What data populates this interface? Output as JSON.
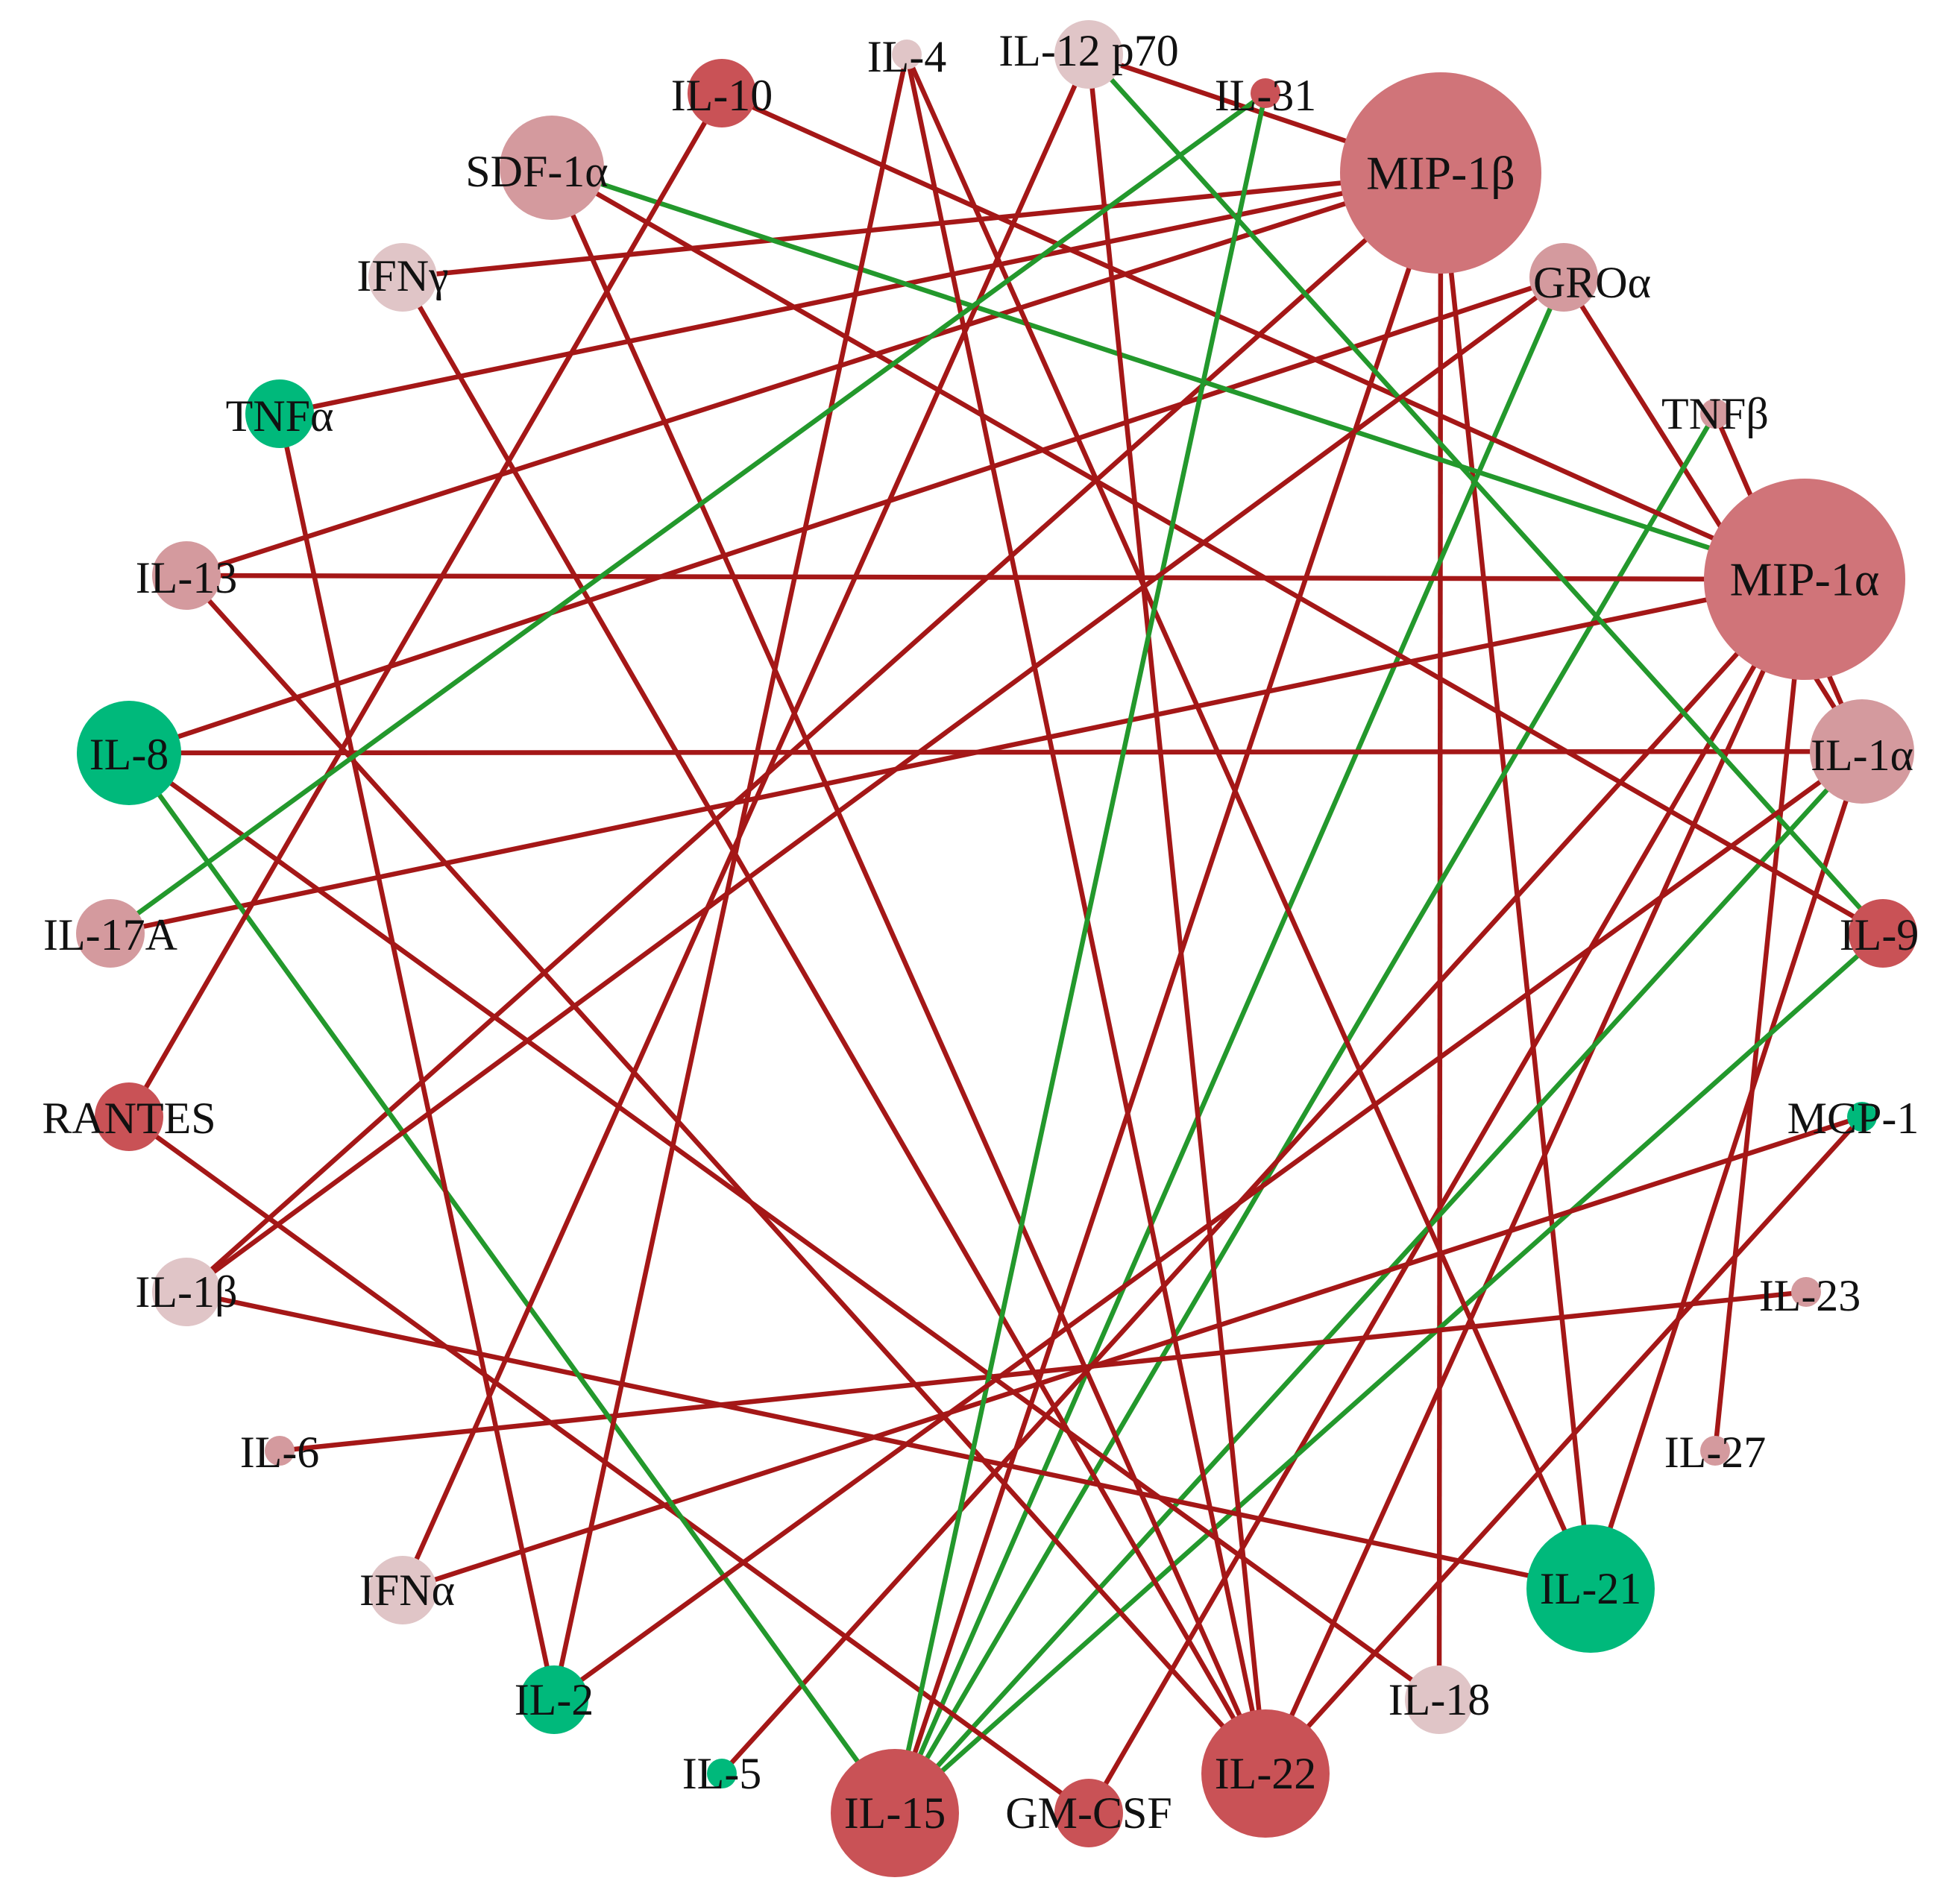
{
  "colors": {
    "positive_edge": "#a41717",
    "negative_edge": "#23982c",
    "node_green": "#00b97b",
    "node_dark_red": "#c95256",
    "node_red": "#d07479",
    "node_light_red": "#d49a9e",
    "node_pale": "#e0c5c7"
  },
  "nodes": [
    {
      "id": "mip1b",
      "label": "MIP-1β",
      "color": "node_red",
      "size": "xlarge"
    },
    {
      "id": "groa",
      "label": "GROα",
      "color": "node_light_red",
      "size": "small"
    },
    {
      "id": "tnfb",
      "label": "TNFβ",
      "color": "node_light_red",
      "size": "tiny"
    },
    {
      "id": "mip1a",
      "label": "MIP-1α",
      "color": "node_red",
      "size": "xlarge"
    },
    {
      "id": "il1a",
      "label": "IL-1α",
      "color": "node_light_red",
      "size": "medium"
    },
    {
      "id": "il9",
      "label": "IL-9",
      "color": "node_dark_red",
      "size": "small"
    },
    {
      "id": "mcp1",
      "label": "MCP-1",
      "color": "node_green",
      "size": "tiny"
    },
    {
      "id": "il23",
      "label": "IL-23",
      "color": "node_light_red",
      "size": "tiny"
    },
    {
      "id": "il27",
      "label": "IL-27",
      "color": "node_light_red",
      "size": "tiny"
    },
    {
      "id": "il21",
      "label": "IL-21",
      "color": "node_green",
      "size": "large"
    },
    {
      "id": "il18",
      "label": "IL-18",
      "color": "node_pale",
      "size": "small"
    },
    {
      "id": "il22",
      "label": "IL-22",
      "color": "node_dark_red",
      "size": "large"
    },
    {
      "id": "gmcsf",
      "label": "GM-CSF",
      "color": "node_dark_red",
      "size": "small"
    },
    {
      "id": "il15",
      "label": "IL-15",
      "color": "node_dark_red",
      "size": "large"
    },
    {
      "id": "il5",
      "label": "IL-5",
      "color": "node_green",
      "size": "tiny"
    },
    {
      "id": "il2",
      "label": "IL-2",
      "color": "node_green",
      "size": "small"
    },
    {
      "id": "ifna",
      "label": "IFNα",
      "color": "node_pale",
      "size": "small"
    },
    {
      "id": "il6",
      "label": "IL-6",
      "color": "node_light_red",
      "size": "tiny"
    },
    {
      "id": "il1b",
      "label": "IL-1β",
      "color": "node_pale",
      "size": "small"
    },
    {
      "id": "rantes",
      "label": "RANTES",
      "color": "node_dark_red",
      "size": "small"
    },
    {
      "id": "il17a",
      "label": "IL-17A",
      "color": "node_light_red",
      "size": "small"
    },
    {
      "id": "il8",
      "label": "IL-8",
      "color": "node_green",
      "size": "medium"
    },
    {
      "id": "il13",
      "label": "IL-13",
      "color": "node_light_red",
      "size": "small"
    },
    {
      "id": "tnfa",
      "label": "TNFα",
      "color": "node_green",
      "size": "small"
    },
    {
      "id": "ifng",
      "label": "IFNγ",
      "color": "node_pale",
      "size": "small"
    },
    {
      "id": "sdf1a",
      "label": "SDF-1α",
      "color": "node_light_red",
      "size": "medium"
    },
    {
      "id": "il10",
      "label": "IL-10",
      "color": "node_dark_red",
      "size": "small"
    },
    {
      "id": "il4",
      "label": "IL-4",
      "color": "node_pale",
      "size": "tiny"
    },
    {
      "id": "il12p70",
      "label": "IL-12 p70",
      "color": "node_pale",
      "size": "small"
    },
    {
      "id": "il31",
      "label": "IL-31",
      "color": "node_dark_red",
      "size": "tiny"
    }
  ],
  "edges": [
    {
      "source": "il12p70",
      "target": "mip1b",
      "sign": "positive"
    },
    {
      "source": "mip1b",
      "target": "ifng",
      "sign": "positive"
    },
    {
      "source": "mip1b",
      "target": "tnfa",
      "sign": "positive"
    },
    {
      "source": "mip1b",
      "target": "il13",
      "sign": "positive"
    },
    {
      "source": "mip1b",
      "target": "il1b",
      "sign": "positive"
    },
    {
      "source": "mip1b",
      "target": "il15",
      "sign": "positive"
    },
    {
      "source": "mip1b",
      "target": "il18",
      "sign": "positive"
    },
    {
      "source": "mip1b",
      "target": "il21",
      "sign": "positive"
    },
    {
      "source": "groa",
      "target": "il8",
      "sign": "positive"
    },
    {
      "source": "groa",
      "target": "il15",
      "sign": "negative"
    },
    {
      "source": "groa",
      "target": "il1a",
      "sign": "positive"
    },
    {
      "source": "tnfb",
      "target": "il1a",
      "sign": "positive"
    },
    {
      "source": "tnfb",
      "target": "il15",
      "sign": "negative"
    },
    {
      "source": "mip1a",
      "target": "il13",
      "sign": "positive"
    },
    {
      "source": "mip1a",
      "target": "il17a",
      "sign": "positive"
    },
    {
      "source": "mip1a",
      "target": "sdf1a",
      "sign": "negative"
    },
    {
      "source": "mip1a",
      "target": "il10",
      "sign": "positive"
    },
    {
      "source": "mip1a",
      "target": "il22",
      "sign": "positive"
    },
    {
      "source": "mip1a",
      "target": "gmcsf",
      "sign": "positive"
    },
    {
      "source": "mip1a",
      "target": "il5",
      "sign": "positive"
    },
    {
      "source": "mip1a",
      "target": "il27",
      "sign": "positive"
    },
    {
      "source": "il1a",
      "target": "il8",
      "sign": "positive"
    },
    {
      "source": "il1a",
      "target": "il21",
      "sign": "positive"
    },
    {
      "source": "il1a",
      "target": "il15",
      "sign": "negative"
    },
    {
      "source": "il9",
      "target": "sdf1a",
      "sign": "positive"
    },
    {
      "source": "il9",
      "target": "il15",
      "sign": "negative"
    },
    {
      "source": "il9",
      "target": "il12p70",
      "sign": "negative"
    },
    {
      "source": "mcp1",
      "target": "ifna",
      "sign": "positive"
    },
    {
      "source": "mcp1",
      "target": "il22",
      "sign": "positive"
    },
    {
      "source": "il23",
      "target": "il6",
      "sign": "positive"
    },
    {
      "source": "il21",
      "target": "il1b",
      "sign": "positive"
    },
    {
      "source": "il21",
      "target": "il4",
      "sign": "positive"
    },
    {
      "source": "il18",
      "target": "il8",
      "sign": "positive"
    },
    {
      "source": "il22",
      "target": "sdf1a",
      "sign": "positive"
    },
    {
      "source": "il22",
      "target": "il4",
      "sign": "positive"
    },
    {
      "source": "il22",
      "target": "il12p70",
      "sign": "positive"
    },
    {
      "source": "il22",
      "target": "il13",
      "sign": "positive"
    },
    {
      "source": "il22",
      "target": "ifng",
      "sign": "positive"
    },
    {
      "source": "gmcsf",
      "target": "rantes",
      "sign": "positive"
    },
    {
      "source": "il15",
      "target": "il8",
      "sign": "negative"
    },
    {
      "source": "il15",
      "target": "il31",
      "sign": "negative"
    },
    {
      "source": "il2",
      "target": "tnfa",
      "sign": "positive"
    },
    {
      "source": "il2",
      "target": "il4",
      "sign": "positive"
    },
    {
      "source": "il2",
      "target": "il1a",
      "sign": "positive"
    },
    {
      "source": "ifna",
      "target": "il12p70",
      "sign": "positive"
    },
    {
      "source": "rantes",
      "target": "il10",
      "sign": "positive"
    },
    {
      "source": "il17a",
      "target": "il31",
      "sign": "negative"
    },
    {
      "source": "il1b",
      "target": "groa",
      "sign": "positive"
    }
  ]
}
